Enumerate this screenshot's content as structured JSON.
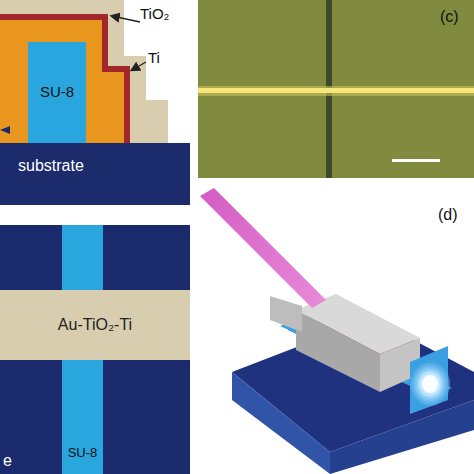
{
  "diagram": {
    "nodes": [
      {
        "text": [
          "substrate"
        ]
      },
      {
        "text": [
          "SU-8"
        ]
      },
      {
        "text": [
          "Au-TiO₂-Ti"
        ]
      },
      {
        "text": [
          "SU-8"
        ]
      }
    ],
    "labels": [
      "TiO₂",
      "Ti",
      "(c)",
      "e",
      "(d)"
    ]
  }
}
